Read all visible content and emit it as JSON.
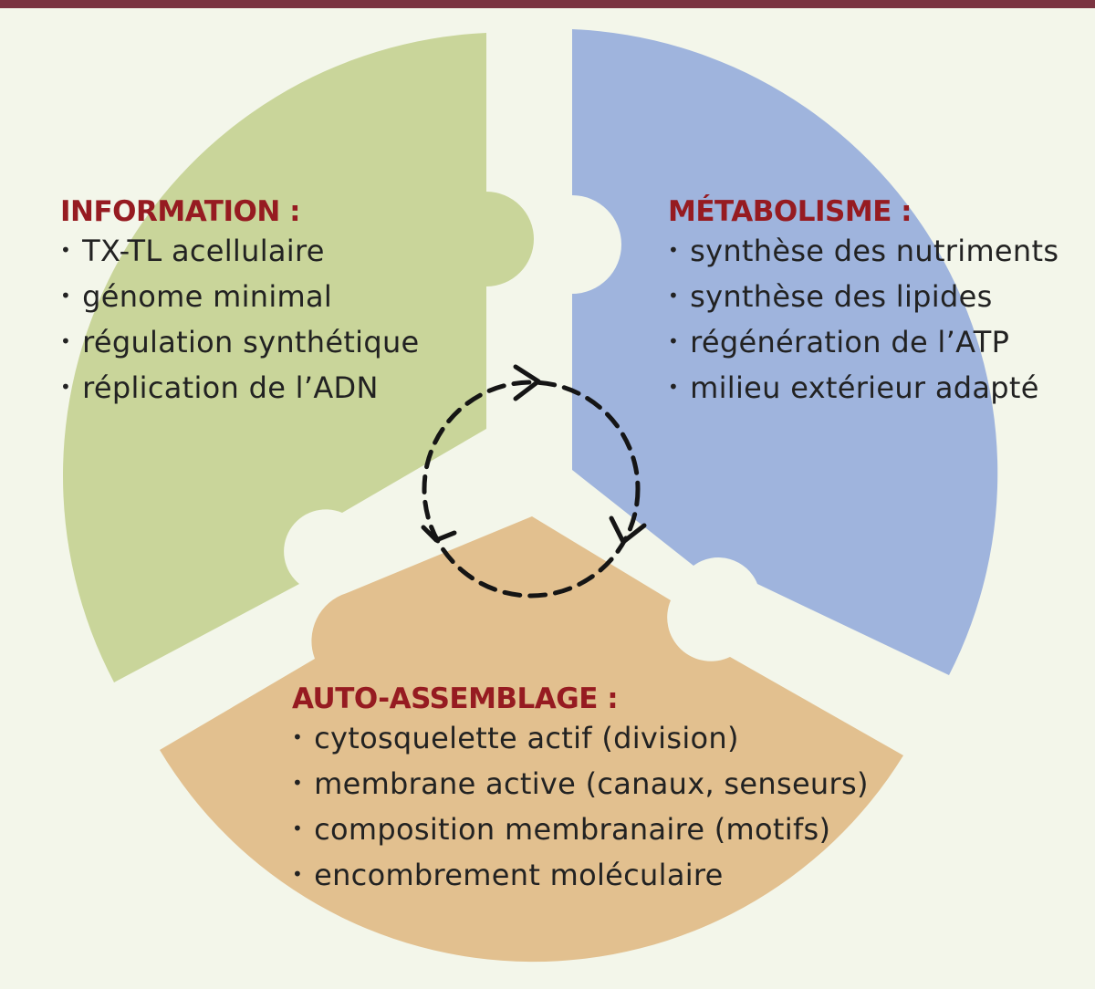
{
  "colors": {
    "information": "#c9d59a",
    "metabolisme": "#9fb4dd",
    "auto_assemblage": "#e2c08f",
    "heading": "#961b21",
    "background": "#f3f6ea",
    "top_bar": "#7a3340"
  },
  "information": {
    "title": "INFORMATION :",
    "items": [
      "TX-TL acellulaire",
      "génome minimal",
      "régulation synthétique",
      "réplication de l’ADN"
    ]
  },
  "metabolisme": {
    "title": "MÉTABOLISME :",
    "items": [
      "synthèse des nutriments",
      "synthèse des lipides",
      "régénération de l’ATP",
      "milieu extérieur adapté"
    ]
  },
  "auto_assemblage": {
    "title": "AUTO-ASSEMBLAGE :",
    "items": [
      "cytosquelette actif (division)",
      "membrane active (canaux, senseurs)",
      "composition membranaire (motifs)",
      "encombrement moléculaire"
    ]
  }
}
